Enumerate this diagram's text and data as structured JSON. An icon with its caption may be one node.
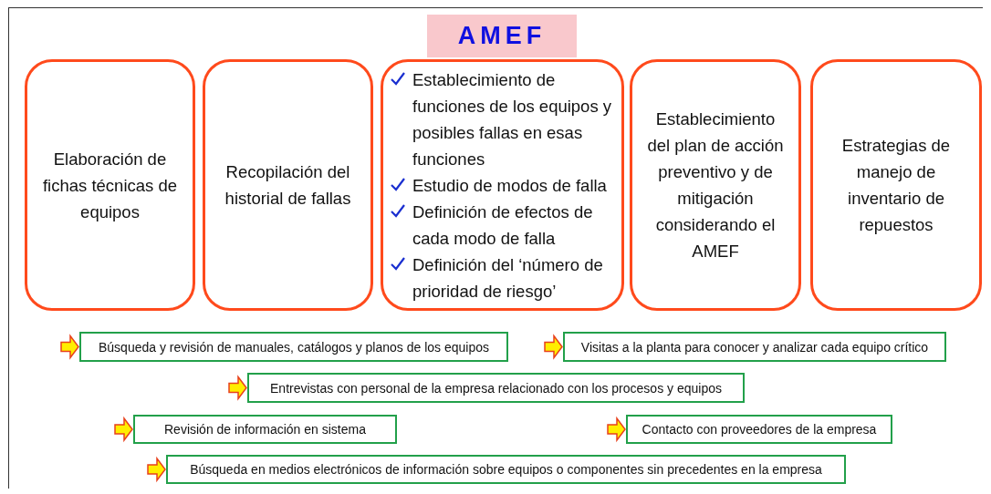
{
  "diagram": {
    "nodes": [
      {
        "text": [
          "AMEF"
        ]
      },
      {
        "text": [
          "Elaboración de fichas técnicas de equipos"
        ]
      },
      {
        "text": [
          "Recopilación del historial de fallas"
        ]
      },
      {
        "text": [
          "Establecimiento de funciones de los equipos y posibles fallas en esas funciones",
          "Estudio de modos de falla",
          "Definición de efectos de cada modo de falla",
          "Definición del ‘número de prioridad de riesgo’"
        ]
      },
      {
        "text": [
          "Establecimiento del plan de acción preventivo y de mitigación considerando el AMEF"
        ]
      },
      {
        "text": [
          "Estrategias de manejo de inventario de repuestos"
        ]
      },
      {
        "text": [
          "Búsqueda y revisión de manuales, catálogos y planos de los equipos"
        ]
      },
      {
        "text": [
          "Visitas a la planta para conocer y analizar cada equipo crítico"
        ]
      },
      {
        "text": [
          "Entrevistas con personal de la empresa relacionado con los procesos y equipos"
        ]
      },
      {
        "text": [
          "Revisión de información en sistema"
        ]
      },
      {
        "text": [
          "Contacto con proveedores de la empresa"
        ]
      },
      {
        "text": [
          "Búsqueda en medios electrónicos de información sobre equipos o componentes sin precedentes en la empresa"
        ]
      }
    ],
    "edges": [
      {
        "from": null,
        "to": 6,
        "arrow": "to"
      },
      {
        "from": null,
        "to": 7,
        "arrow": "to"
      },
      {
        "from": null,
        "to": 8,
        "arrow": "to"
      },
      {
        "from": null,
        "to": 9,
        "arrow": "to"
      },
      {
        "from": null,
        "to": 10,
        "arrow": "to"
      },
      {
        "from": null,
        "to": 11,
        "arrow": "to"
      }
    ]
  }
}
